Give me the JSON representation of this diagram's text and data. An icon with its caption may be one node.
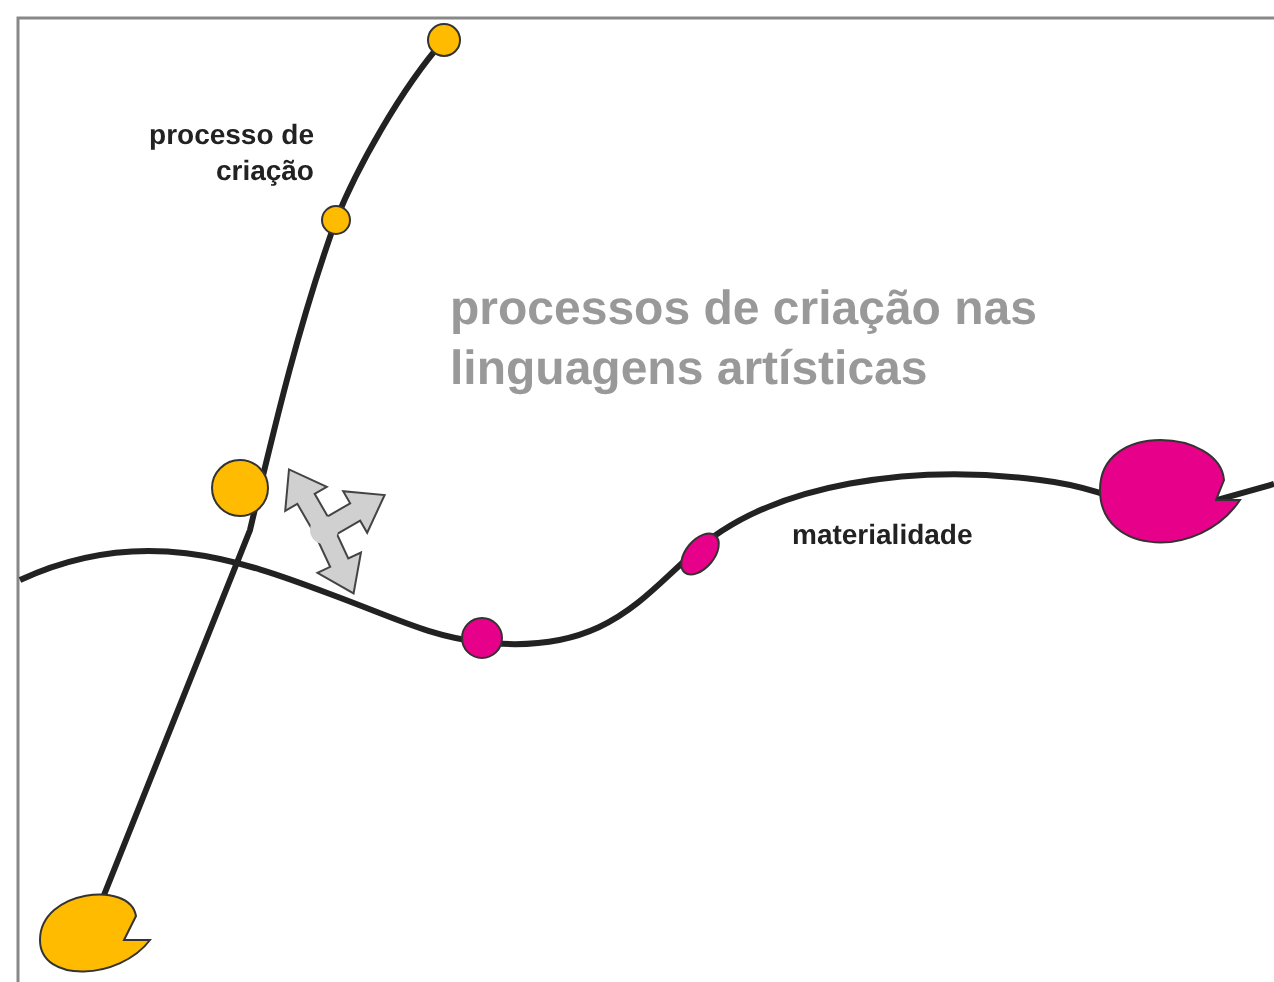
{
  "diagram": {
    "title": "processos de criação nas linguagens artísticas",
    "labels": [
      "processo de criação",
      "materialidade"
    ]
  }
}
